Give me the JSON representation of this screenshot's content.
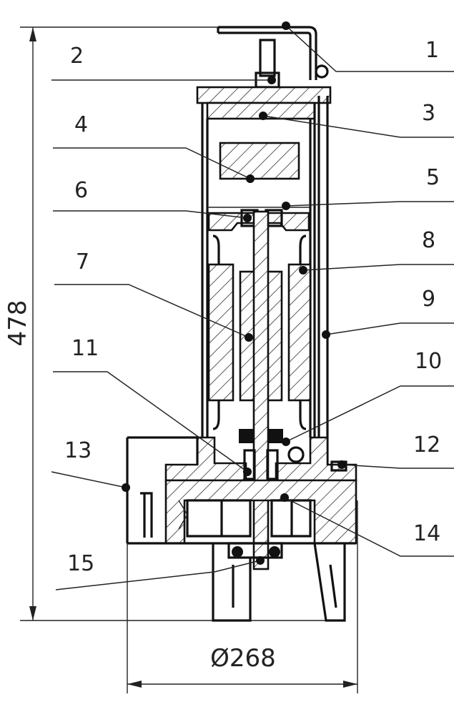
{
  "drawing": {
    "callouts": [
      {
        "id": "1",
        "text": "1"
      },
      {
        "id": "2",
        "text": "2"
      },
      {
        "id": "3",
        "text": "3"
      },
      {
        "id": "4",
        "text": "4"
      },
      {
        "id": "5",
        "text": "5"
      },
      {
        "id": "6",
        "text": "6"
      },
      {
        "id": "7",
        "text": "7"
      },
      {
        "id": "8",
        "text": "8"
      },
      {
        "id": "9",
        "text": "9"
      },
      {
        "id": "10",
        "text": "10"
      },
      {
        "id": "11",
        "text": "11"
      },
      {
        "id": "12",
        "text": "12"
      },
      {
        "id": "13",
        "text": "13"
      },
      {
        "id": "14",
        "text": "14"
      },
      {
        "id": "15",
        "text": "15"
      }
    ],
    "dimensions": {
      "height": "478",
      "diameter": "Ø268"
    }
  }
}
